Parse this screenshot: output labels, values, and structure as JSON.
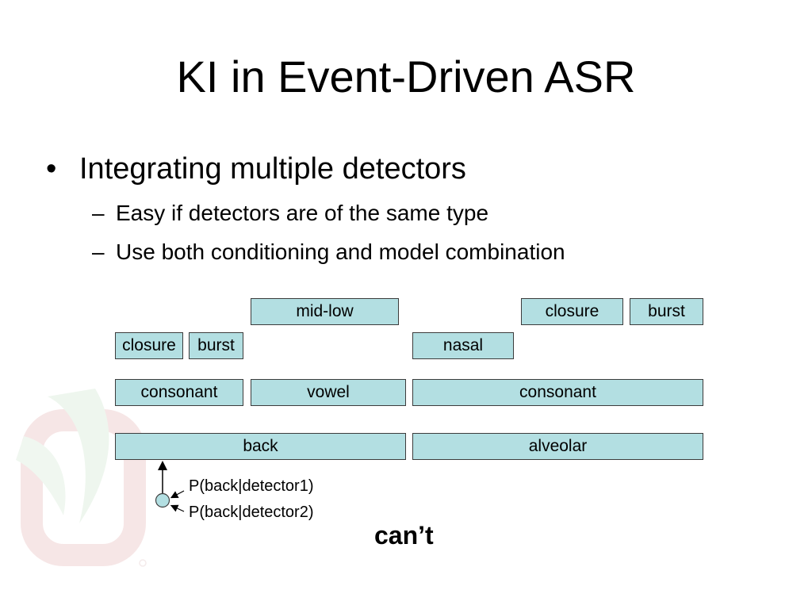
{
  "title": "KI in Event-Driven ASR",
  "bullets": {
    "main": "Integrating multiple detectors",
    "bullet_glyph": "•",
    "dash_glyph": "–",
    "sub": [
      "Easy if detectors are of the same type",
      "Use both conditioning and model combination"
    ]
  },
  "diagram": {
    "box_fill": "#b3dfe2",
    "tier1": {
      "mid_low": "mid-low",
      "closure": "closure",
      "burst": "burst"
    },
    "tier2": {
      "closure": "closure",
      "burst": "burst",
      "nasal": "nasal"
    },
    "tier3": {
      "consonant_1": "consonant",
      "vowel": "vowel",
      "consonant_2": "consonant"
    },
    "tier4": {
      "back": "back",
      "alveolar": "alveolar"
    },
    "probabilities": [
      "P(back|detector1)",
      "P(back|detector2)"
    ],
    "word": "can’t"
  }
}
